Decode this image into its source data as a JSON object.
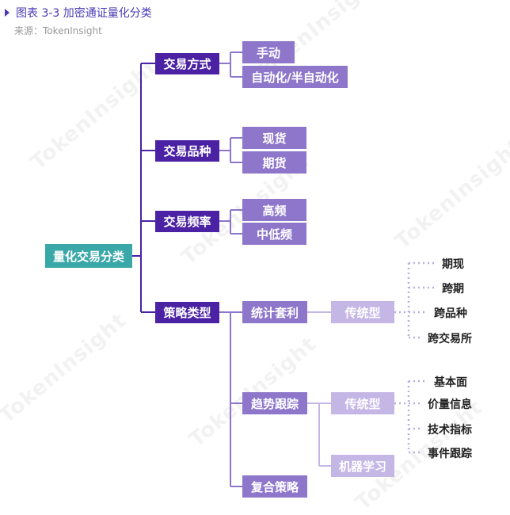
{
  "header": {
    "title": "图表 3-3 加密通证量化分类",
    "source": "来源：TokenInsight"
  },
  "watermark": "TokenInsight",
  "tree": {
    "root": "量化交易分类",
    "categories": [
      {
        "label": "交易方式",
        "children": [
          "手动",
          "自动化/半自动化"
        ]
      },
      {
        "label": "交易品种",
        "children": [
          "现货",
          "期货"
        ]
      },
      {
        "label": "交易频率",
        "children": [
          "高频",
          "中低频"
        ]
      },
      {
        "label": "策略类型",
        "children": [
          {
            "label": "统计套利",
            "subtype": "传统型",
            "leaves": [
              "期现",
              "跨期",
              "跨品种",
              "跨交易所"
            ]
          },
          {
            "label": "趋势跟踪",
            "subtypes": [
              "传统型",
              "机器学习"
            ],
            "leaves": [
              "基本面",
              "价量信息",
              "技术指标",
              "事件跟踪"
            ]
          },
          {
            "label": "复合策略"
          }
        ]
      }
    ]
  },
  "colors": {
    "root": "#3aa7a9",
    "level1": "#4a22a3",
    "level2": "#8e77ca",
    "level3": "#c4b6e5",
    "line": "#4a22a3",
    "dotted": "#b9aee0"
  }
}
